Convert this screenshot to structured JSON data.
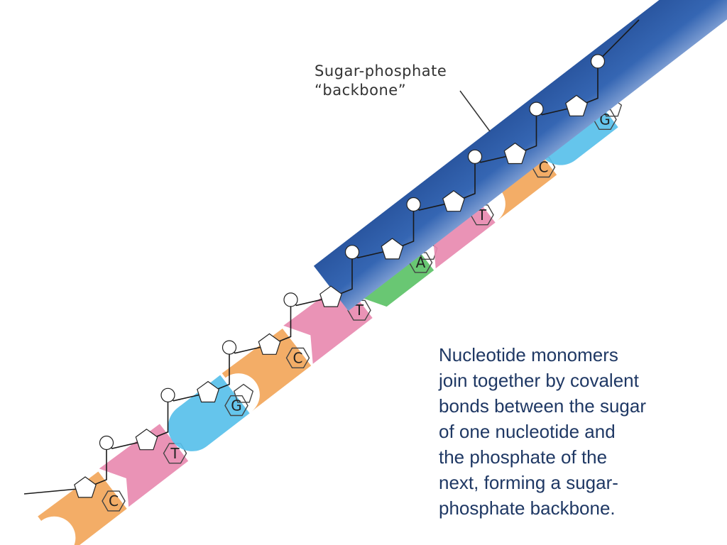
{
  "label": {
    "line1": "Sugar-phosphate",
    "line2": "“backbone”"
  },
  "caption": {
    "lines": [
      "Nucleotide monomers",
      "join together by covalent",
      "bonds between the sugar",
      "of one nucleotide and",
      "the phosphate of the",
      "next, forming a sugar-",
      "phosphate backbone."
    ]
  },
  "nucleotides": [
    {
      "base": "C",
      "color": "#f2a65a"
    },
    {
      "base": "T",
      "color": "#e88ab0"
    },
    {
      "base": "G",
      "color": "#58c0ea"
    },
    {
      "base": "C",
      "color": "#f2a65a"
    },
    {
      "base": "T",
      "color": "#e88ab0"
    },
    {
      "base": "A",
      "color": "#5cc267"
    },
    {
      "base": "T",
      "color": "#e88ab0"
    },
    {
      "base": "C",
      "color": "#f2a65a"
    },
    {
      "base": "G",
      "color": "#58c0ea"
    }
  ],
  "colors": {
    "backbone_band": "#2f5fa8",
    "backbone_band_light": "#6f93cc",
    "caption_text": "#1f3864"
  }
}
